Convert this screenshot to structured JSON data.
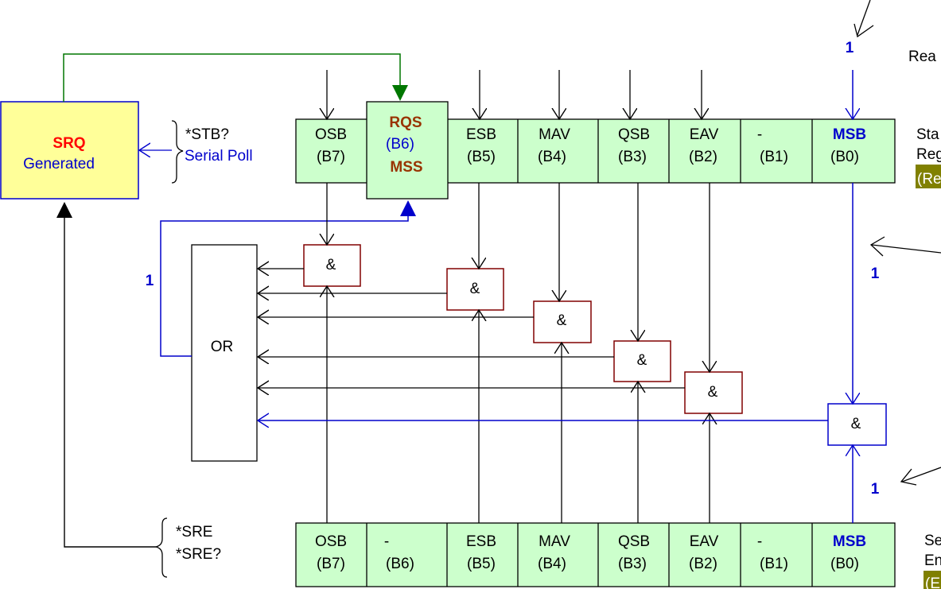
{
  "srq_box": {
    "title": "SRQ",
    "subtitle": "Generated"
  },
  "stb_query": {
    "cmd": "*STB?",
    "serial_poll": "Serial Poll"
  },
  "sre_cmds": {
    "set": "*SRE",
    "query": "*SRE?"
  },
  "or_gate": {
    "label": "OR"
  },
  "and_symbol": "&",
  "one_label": "1",
  "status_register": {
    "bits": [
      {
        "name": "OSB",
        "bit": "(B7)"
      },
      {
        "name": "RQS",
        "bit": "(B6)",
        "name2": "MSS"
      },
      {
        "name": "ESB",
        "bit": "(B5)"
      },
      {
        "name": "MAV",
        "bit": "(B4)"
      },
      {
        "name": "QSB",
        "bit": "(B3)"
      },
      {
        "name": "EAV",
        "bit": "(B2)"
      },
      {
        "name": "-",
        "bit": "(B1)"
      },
      {
        "name": "MSB",
        "bit": "(B0)"
      }
    ]
  },
  "enable_register": {
    "bits": [
      {
        "name": "OSB",
        "bit": "(B7)"
      },
      {
        "name": "-",
        "bit": "(B6)"
      },
      {
        "name": "ESB",
        "bit": "(B5)"
      },
      {
        "name": "MAV",
        "bit": "(B4)"
      },
      {
        "name": "QSB",
        "bit": "(B3)"
      },
      {
        "name": "EAV",
        "bit": "(B2)"
      },
      {
        "name": "-",
        "bit": "(B1)"
      },
      {
        "name": "MSB",
        "bit": "(B0)"
      }
    ]
  },
  "right_labels": {
    "top": "Rea",
    "status_1": "Sta",
    "status_2": "Reg",
    "status_tag": "(Re",
    "enable_1": "Se",
    "enable_2": "En",
    "enable_tag": "(E"
  },
  "colors": {
    "register_fill": "#ccffcc",
    "srq_fill": "#ffff99",
    "blue": "#0000cc",
    "srq_red": "#ff0000",
    "rqs_brown": "#993300",
    "and_border": "#800000",
    "green_line": "#007700",
    "olive_tag": "#808000"
  }
}
